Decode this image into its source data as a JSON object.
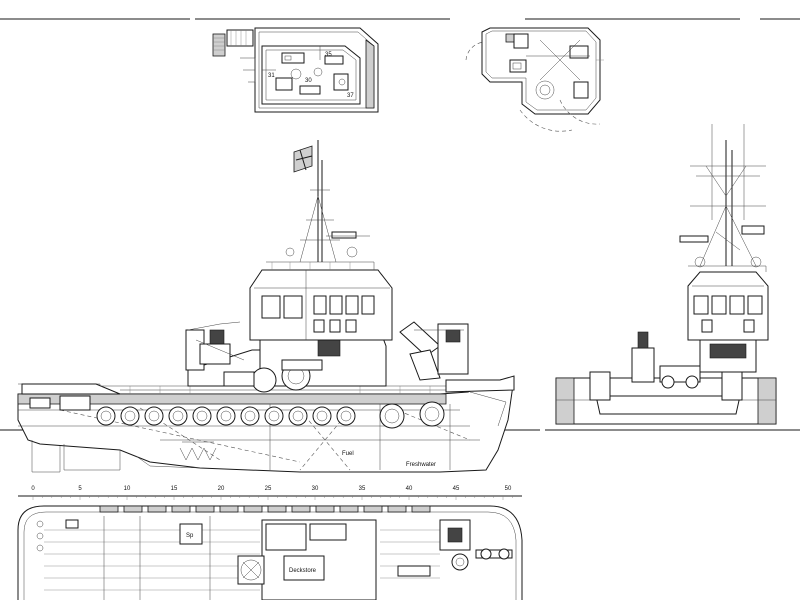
{
  "labels": {
    "fuel": "Fuel",
    "freshwater": "Freshwater",
    "deckstore": "Deckstore",
    "sp": "Sp"
  },
  "frame_scale": {
    "ticks": [
      "0",
      "5",
      "10",
      "15",
      "20",
      "25",
      "30",
      "35",
      "40",
      "45",
      "50"
    ]
  },
  "wheelhouse_plan_numbers": [
    "31",
    "30",
    "35",
    "37"
  ],
  "icons": {
    "flag": "flag-icon",
    "fan": "fan-icon",
    "anchor": "anchor-icon"
  }
}
